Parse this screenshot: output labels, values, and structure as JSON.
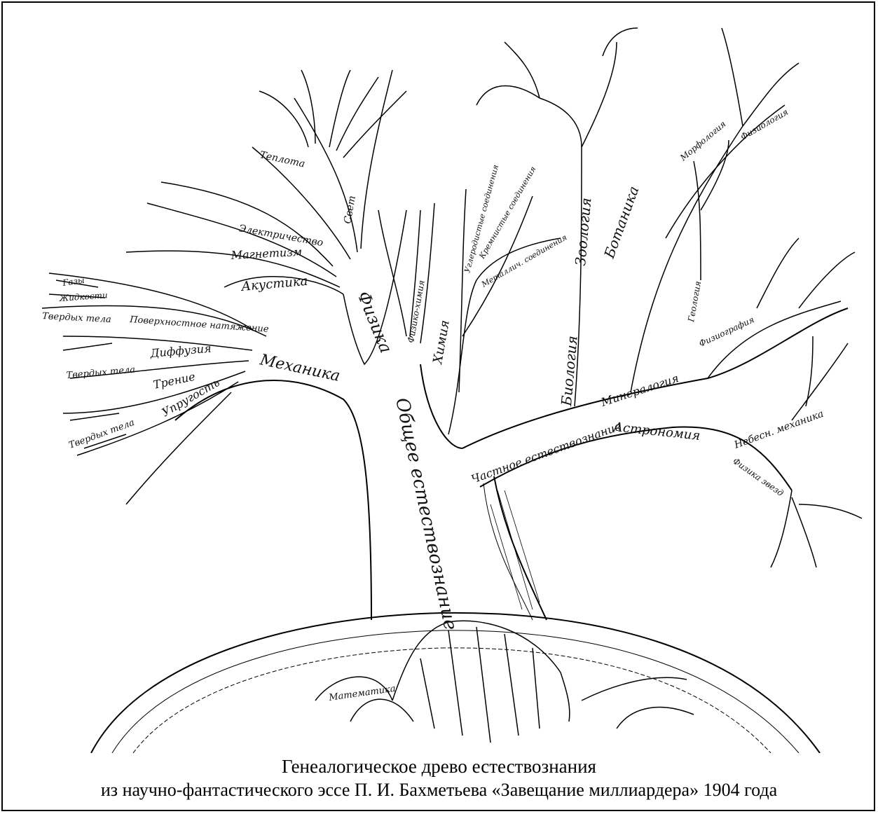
{
  "caption": {
    "title": "Генеалогическое древо естествознания",
    "subtitle": "из научно-фантастического эссе П. И. Бахметьева «Завещание миллиардера» 1904 года"
  },
  "tree_labels": {
    "trunk": "Общее естествознание",
    "particular": "Частное естествознание",
    "physics": "Физика",
    "mechanics": "Механика",
    "chemistry": "Химия",
    "biology": "Биология",
    "zoology": "Зоология",
    "botany": "Ботаника",
    "mineralogy": "Минералогия",
    "astronomy": "Астрономия",
    "acoustics": "Акустика",
    "magnetism": "Магнетизм",
    "electricity": "Электричество",
    "heat": "Теплота",
    "light": "Свет",
    "diffusion": "Диффузия",
    "friction": "Трение",
    "elasticity": "Упругость",
    "surface_tension": "Поверхностное натяжение",
    "solid_bodies": "Твердых тела",
    "gases": "Газы",
    "liquids": "Жидкости",
    "physical_chemistry": "Физико-химия",
    "celestial_mechanics": "Небесн. механика",
    "astrophysics": "Физика звезд",
    "geology": "Геология",
    "physiography": "Физиография",
    "mathematics": "Математика",
    "organic_compounds": "Углеродистые соединения",
    "silicon_compounds": "Кремнистые соединения",
    "metal_compounds": "Металлич. соединения",
    "physiology": "Физиология",
    "morphology": "Морфология"
  }
}
